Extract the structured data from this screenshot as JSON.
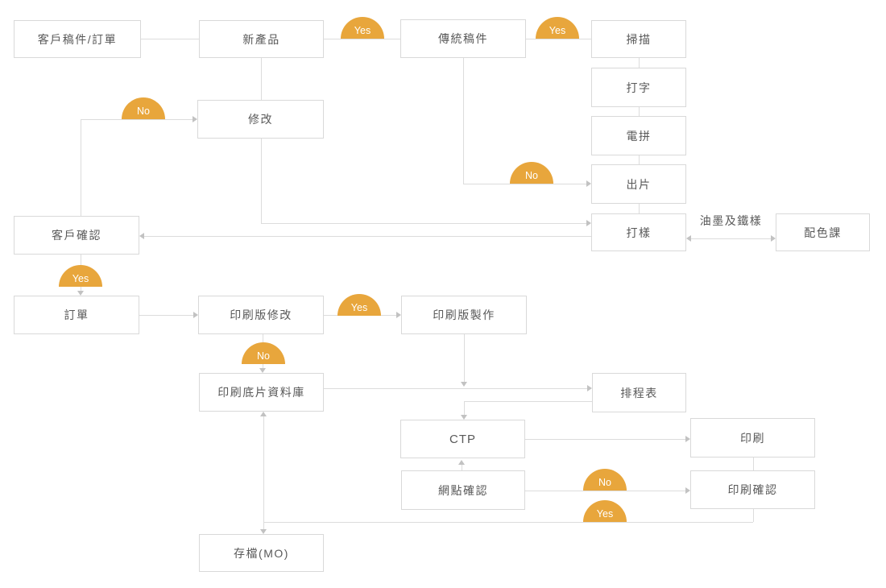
{
  "labels": {
    "yes": "Yes",
    "no": "No",
    "ink_and_plate_sample": "油墨及鐵樣"
  },
  "nodes": {
    "customer_order": "客戶稿件/訂單",
    "new_product": "新產品",
    "traditional_draft": "傳統稿件",
    "scan": "掃描",
    "typing": "打字",
    "digital_assembly": "電拼",
    "film_output": "出片",
    "proofing": "打樣",
    "color_matching": "配色課",
    "revision": "修改",
    "customer_confirm": "客戶確認",
    "order": "訂單",
    "plate_revision": "印刷版修改",
    "plate_making": "印刷版製作",
    "film_database": "印刷底片資料庫",
    "schedule": "排程表",
    "ctp": "CTP",
    "printing": "印刷",
    "dot_confirm": "網點確認",
    "print_confirm": "印刷確認",
    "archive": "存檔(MO)"
  },
  "edges": [
    {
      "from": "customer_order",
      "to": "new_product",
      "label": ""
    },
    {
      "from": "new_product",
      "to": "traditional_draft",
      "label": "Yes"
    },
    {
      "from": "new_product",
      "to": "revision",
      "label": ""
    },
    {
      "from": "traditional_draft",
      "to": "scan",
      "label": "Yes"
    },
    {
      "from": "traditional_draft",
      "to": "film_output",
      "label": "No"
    },
    {
      "from": "scan",
      "to": "typing",
      "label": ""
    },
    {
      "from": "typing",
      "to": "digital_assembly",
      "label": ""
    },
    {
      "from": "digital_assembly",
      "to": "film_output",
      "label": ""
    },
    {
      "from": "film_output",
      "to": "proofing",
      "label": ""
    },
    {
      "from": "proofing",
      "to": "color_matching",
      "label": "油墨及鐵樣",
      "bidirectional": true
    },
    {
      "from": "revision",
      "to": "proofing",
      "label": ""
    },
    {
      "from": "proofing",
      "to": "customer_confirm",
      "label": ""
    },
    {
      "from": "customer_confirm",
      "to": "revision",
      "label": "No"
    },
    {
      "from": "customer_confirm",
      "to": "order",
      "label": "Yes"
    },
    {
      "from": "order",
      "to": "plate_revision",
      "label": ""
    },
    {
      "from": "plate_revision",
      "to": "plate_making",
      "label": "Yes"
    },
    {
      "from": "plate_revision",
      "to": "film_database",
      "label": "No"
    },
    {
      "from": "plate_making",
      "to": "schedule",
      "label": ""
    },
    {
      "from": "film_database",
      "to": "schedule",
      "label": ""
    },
    {
      "from": "schedule",
      "to": "ctp",
      "label": ""
    },
    {
      "from": "ctp",
      "to": "printing",
      "label": ""
    },
    {
      "from": "dot_confirm",
      "to": "ctp",
      "label": ""
    },
    {
      "from": "dot_confirm",
      "to": "print_confirm",
      "label": "No"
    },
    {
      "from": "printing",
      "to": "print_confirm",
      "label": ""
    },
    {
      "from": "print_confirm",
      "to": "film_database",
      "label": "Yes"
    },
    {
      "from": "print_confirm",
      "to": "archive",
      "label": "Yes"
    }
  ],
  "colors": {
    "background": "#ffffff",
    "box_border": "#d9d9d9",
    "line": "#dcdcdc",
    "arrowhead": "#c2c2c2",
    "text": "#595959",
    "badge": "#e8a63c",
    "badge_text": "#ffffff"
  }
}
